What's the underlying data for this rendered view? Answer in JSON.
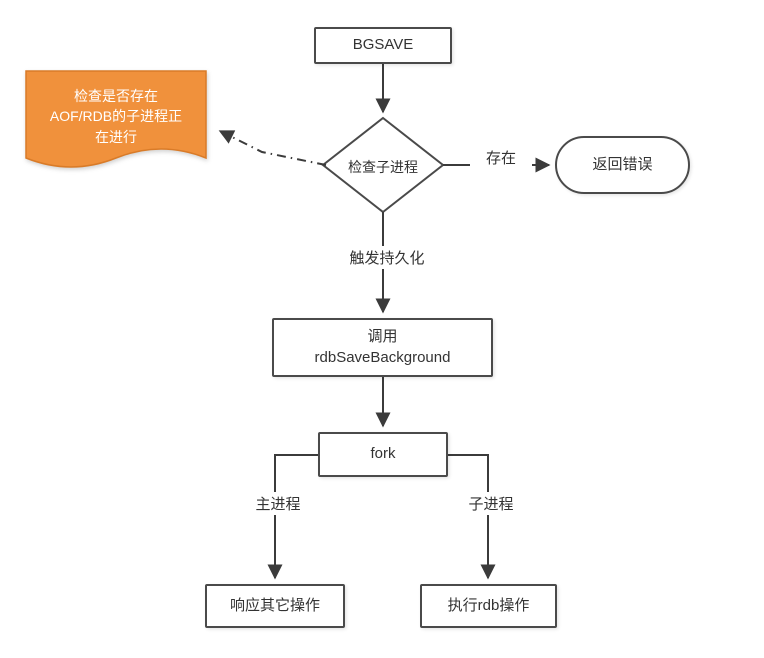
{
  "diagram": {
    "nodes": {
      "bgsave": {
        "label": "BGSAVE"
      },
      "check_child": {
        "label": "检查子进程"
      },
      "return_error": {
        "label": "返回错误"
      },
      "note": {
        "text": "检查是否存在\nAOF/RDB的子进程正\n在进行"
      },
      "call_rdbsave": {
        "line1": "调用",
        "line2": "rdbSaveBackground"
      },
      "fork": {
        "label": "fork"
      },
      "respond_other": {
        "label": "响应其它操作"
      },
      "exec_rdb": {
        "label": "执行rdb操作"
      }
    },
    "edge_labels": {
      "exists": "存在",
      "trigger_persistence": "触发持久化",
      "main_process": "主进程",
      "child_process": "子进程"
    },
    "colors": {
      "note_fill": "#F0913C",
      "note_stroke": "#D97B28",
      "line": "#3B3B3B",
      "node_border": "#4A4A4A",
      "background": "#FFFFFF"
    }
  }
}
